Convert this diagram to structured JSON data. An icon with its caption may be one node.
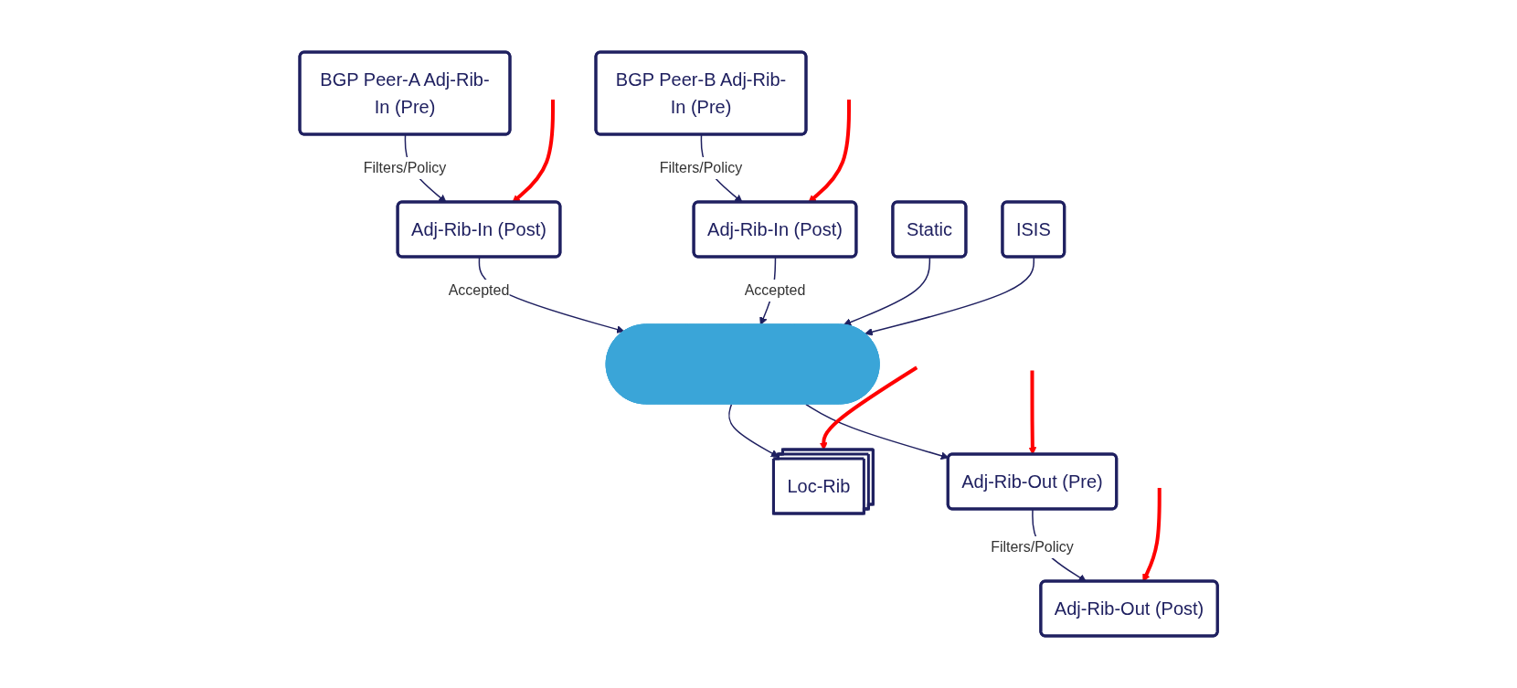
{
  "diagram": {
    "nodes": [
      {
        "text": [
          "BGP Peer-A Adj-Rib-In (Pre)"
        ]
      },
      {
        "text": [
          "BGP Peer-B Adj-Rib-In (Pre)"
        ]
      },
      {
        "text": [
          "Static"
        ]
      },
      {
        "text": [
          "ISIS"
        ]
      },
      {
        "text": [
          "Adj-Rib-In (Post)"
        ]
      },
      {
        "text": [
          "Adj-Rib-In (Post)"
        ]
      },
      {
        "text": [],
        "shape": "ellipse"
      },
      {
        "text": [
          "Loc-Rib"
        ]
      },
      {
        "text": [
          "Adj-Rib-Out (Pre)"
        ]
      },
      {
        "text": [
          "Adj-Rib-Out (Post)"
        ]
      }
    ],
    "edges": [
      {
        "from": 0,
        "to": 4,
        "arrow": "to",
        "label": "Filters/Policy"
      },
      {
        "from": 1,
        "to": 5,
        "arrow": "to",
        "label": "Filters/Policy"
      },
      {
        "from": 4,
        "to": 6,
        "arrow": "to",
        "label": "Accepted"
      },
      {
        "from": 5,
        "to": 6,
        "arrow": "to",
        "label": "Accepted"
      },
      {
        "from": 2,
        "to": 6,
        "arrow": "to"
      },
      {
        "from": 3,
        "to": 6,
        "arrow": "to"
      },
      {
        "from": 6,
        "to": 7,
        "arrow": "to"
      },
      {
        "from": 6,
        "to": 8,
        "arrow": "to"
      },
      {
        "from": 8,
        "to": 9,
        "arrow": "to",
        "label": "Filters/Policy"
      },
      {
        "from": null,
        "to": 4,
        "arrow": "to",
        "style": "thick",
        "color": "#ff0000"
      },
      {
        "from": null,
        "to": 5,
        "arrow": "to",
        "style": "thick",
        "color": "#ff0000"
      },
      {
        "from": null,
        "to": 7,
        "arrow": "to",
        "style": "thick",
        "color": "#ff0000"
      },
      {
        "from": null,
        "to": 8,
        "arrow": "to",
        "style": "thick",
        "color": "#ff0000"
      },
      {
        "from": null,
        "to": 9,
        "arrow": "to",
        "style": "thick",
        "color": "#ff0000"
      }
    ]
  }
}
